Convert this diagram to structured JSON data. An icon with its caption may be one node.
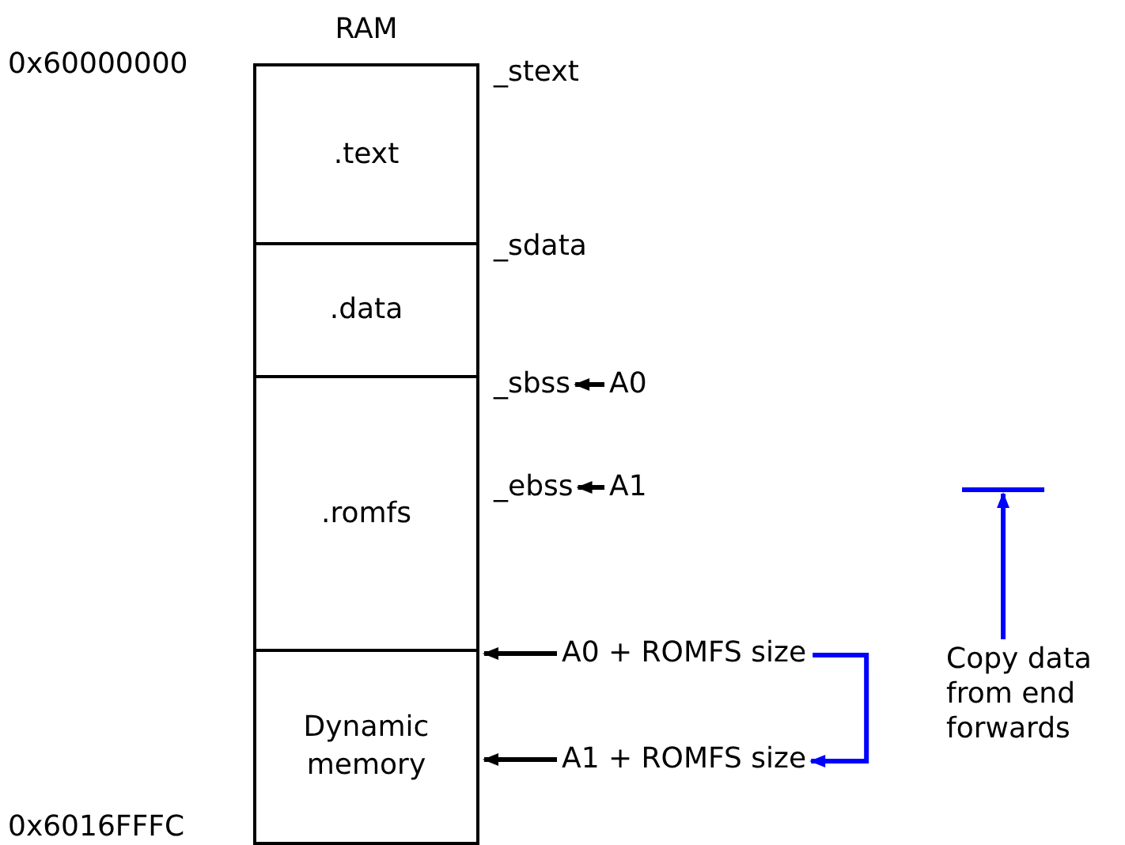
{
  "diagram": {
    "nodes": [
      {
        "text": [
          "RAM"
        ]
      },
      {
        "text": [
          ".text"
        ],
        "in": 0
      },
      {
        "text": [
          ".data"
        ],
        "in": 0
      },
      {
        "text": [
          ".romfs"
        ],
        "in": 0
      },
      {
        "text": [
          "Dynamic memory"
        ],
        "in": 0
      },
      {
        "text": [
          "_sbss"
        ]
      },
      {
        "text": [
          "A0"
        ]
      },
      {
        "text": [
          "_ebss"
        ]
      },
      {
        "text": [
          "A1"
        ]
      },
      {
        "text": [
          "A0 + ROMFS size"
        ]
      },
      {
        "text": [
          "A1 + ROMFS size"
        ]
      },
      {
        "text": [
          "Copy data from end forwards"
        ]
      },
      {
        "text": [],
        "shape": "bar"
      }
    ],
    "edges": [
      {
        "from": 6,
        "to": 5,
        "arrow": "to"
      },
      {
        "from": 8,
        "to": 7,
        "arrow": "to"
      },
      {
        "from": 9,
        "to": 4,
        "arrow": "to"
      },
      {
        "from": 10,
        "to": 4,
        "arrow": "to"
      },
      {
        "from": 9,
        "to": 10,
        "arrow": "to",
        "color": "#0000ff"
      },
      {
        "from": 11,
        "to": 12,
        "arrow": "to",
        "color": "#0000ff"
      }
    ],
    "labels": [
      "0x60000000",
      "_stext",
      "_sdata",
      "0x6016FFFC"
    ]
  }
}
